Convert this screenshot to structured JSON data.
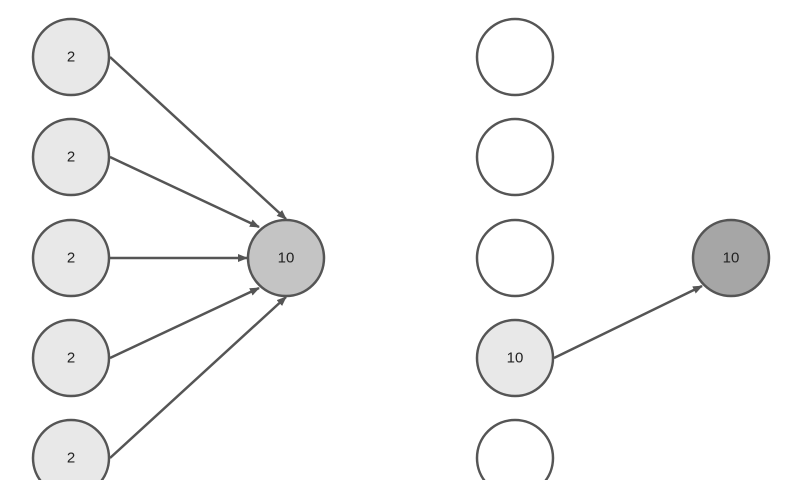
{
  "colors": {
    "stroke": "#555555",
    "source_fill": "#e8e8e8",
    "empty_fill": "#ffffff",
    "target_fill": "#c4c4c4",
    "target_fill_dark": "#a6a6a6"
  },
  "left_panel": {
    "inputs": [
      {
        "label": "2"
      },
      {
        "label": "2"
      },
      {
        "label": "2"
      },
      {
        "label": "2"
      },
      {
        "label": "2"
      }
    ],
    "output": {
      "label": "10"
    }
  },
  "right_panel": {
    "inputs": [
      {
        "label": ""
      },
      {
        "label": ""
      },
      {
        "label": ""
      },
      {
        "label": "10"
      },
      {
        "label": ""
      }
    ],
    "output": {
      "label": "10"
    }
  }
}
